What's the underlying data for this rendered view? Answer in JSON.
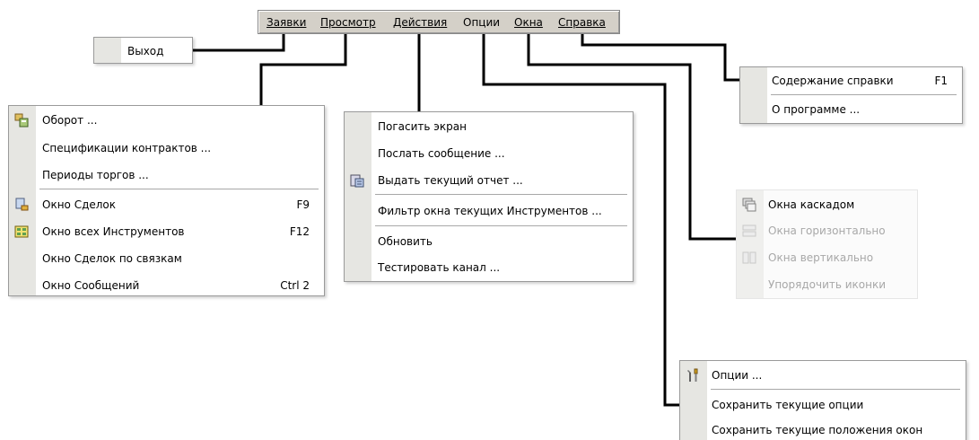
{
  "menubar": {
    "items": [
      {
        "label": "Заявки"
      },
      {
        "label": "Просмотр"
      },
      {
        "label": "Действия"
      },
      {
        "label": "Опции"
      },
      {
        "label": "Окна"
      },
      {
        "label": "Справка"
      }
    ]
  },
  "menus": {
    "zayavki": {
      "items": [
        {
          "label": "Выход"
        }
      ]
    },
    "prosmotr": {
      "items": [
        {
          "label": "Оборот ...",
          "icon": "turnover-icon"
        },
        {
          "label": "Спецификации контрактов ..."
        },
        {
          "label": "Периоды торгов ..."
        },
        {
          "label": "Окно Сделок",
          "shortcut": "F9",
          "icon": "deals-window-icon"
        },
        {
          "label": "Окно всех Инструментов",
          "shortcut": "F12",
          "icon": "instruments-window-icon"
        },
        {
          "label": "Окно Сделок по связкам"
        },
        {
          "label": "Окно Сообщений",
          "shortcut": "Ctrl 2"
        }
      ]
    },
    "deystviya": {
      "items": [
        {
          "label": "Погасить экран"
        },
        {
          "label": "Послать сообщение ..."
        },
        {
          "label": "Выдать текущий отчет ...",
          "icon": "report-icon"
        },
        {
          "label": "Фильтр окна текущих Инструментов ..."
        },
        {
          "label": "Обновить"
        },
        {
          "label": "Тестировать канал ..."
        }
      ]
    },
    "opcii": {
      "items": [
        {
          "label": "Опции ...",
          "icon": "tools-icon"
        },
        {
          "label": "Сохранить текущие опции"
        },
        {
          "label": "Сохранить текущие положения окон"
        }
      ]
    },
    "okna": {
      "items": [
        {
          "label": "Окна каскадом",
          "icon": "cascade-icon"
        },
        {
          "label": "Окна горизонтально",
          "icon": "tile-horizontal-icon",
          "disabled": true
        },
        {
          "label": "Окна вертикально",
          "icon": "tile-vertical-icon",
          "disabled": true
        },
        {
          "label": "Упорядочить иконки",
          "disabled": true
        }
      ]
    },
    "spravka": {
      "items": [
        {
          "label": "Содержание справки",
          "shortcut": "F1"
        },
        {
          "label": "О программе ..."
        }
      ]
    }
  },
  "colors": {
    "menubar_bg": "#d4d0c8",
    "gutter_bg": "#e6e6e2",
    "connector": "#000000",
    "disabled_text": "#a8a8a8"
  }
}
